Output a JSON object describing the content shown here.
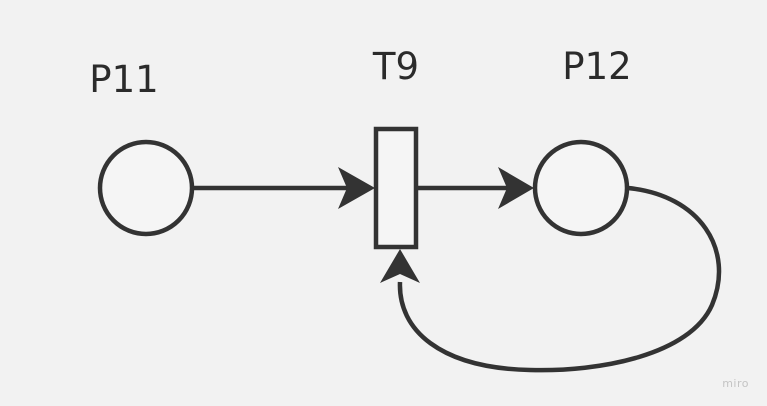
{
  "diagram": {
    "places": [
      {
        "id": "P11",
        "label": "P11"
      },
      {
        "id": "P12",
        "label": "P12"
      }
    ],
    "transitions": [
      {
        "id": "T9",
        "label": "T9"
      }
    ],
    "arcs": [
      {
        "from": "P11",
        "to": "T9"
      },
      {
        "from": "T9",
        "to": "P12"
      },
      {
        "from": "P12",
        "to": "T9"
      }
    ]
  },
  "colors": {
    "background": "#f2f2f2",
    "stroke": "#333333",
    "fill": "#f5f5f5"
  },
  "watermark": {
    "text": "miro"
  }
}
